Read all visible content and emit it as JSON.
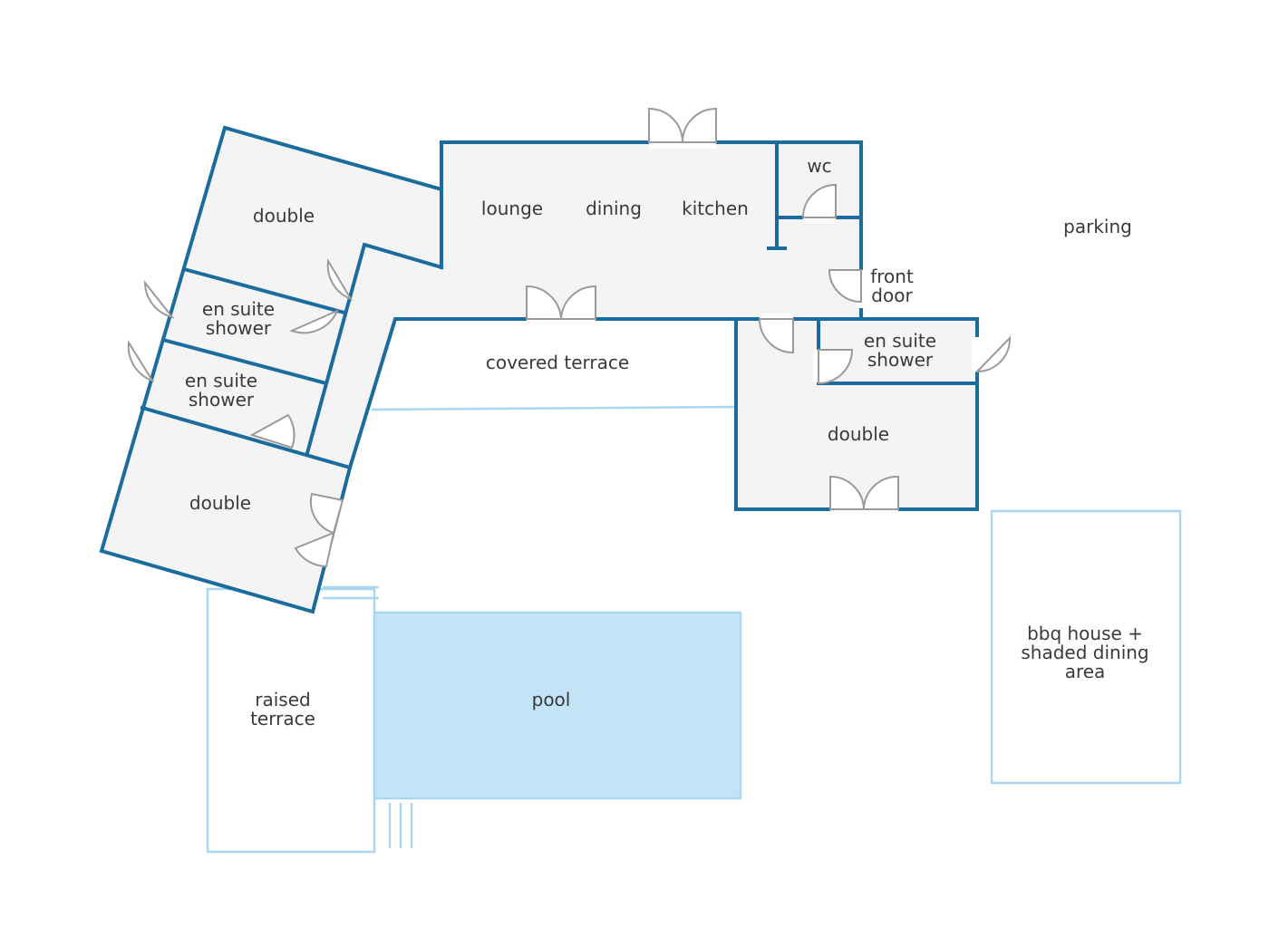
{
  "colors": {
    "wall": "#1a6c9e",
    "room_fill": "#f4f4f4",
    "outdoor_outline": "#a9d6f0",
    "pool_fill": "#c3e3f7",
    "door": "#9a9a9a",
    "text": "#3a3a3a"
  },
  "labels": {
    "double_top": "double",
    "en_suite_1_line1": "en suite",
    "en_suite_1_line2": "shower",
    "en_suite_2_line1": "en suite",
    "en_suite_2_line2": "shower",
    "double_left": "double",
    "lounge": "lounge",
    "dining": "dining",
    "kitchen": "kitchen",
    "wc": "wc",
    "parking": "parking",
    "front_door_line1": "front",
    "front_door_line2": "door",
    "en_suite_right_line1": "en suite",
    "en_suite_right_line2": "shower",
    "covered_terrace": "covered terrace",
    "double_right": "double",
    "raised_terrace_line1": "raised",
    "raised_terrace_line2": "terrace",
    "pool": "pool",
    "bbq_line1": "bbq house +",
    "bbq_line2": "shaded dining",
    "bbq_line3": "area"
  }
}
